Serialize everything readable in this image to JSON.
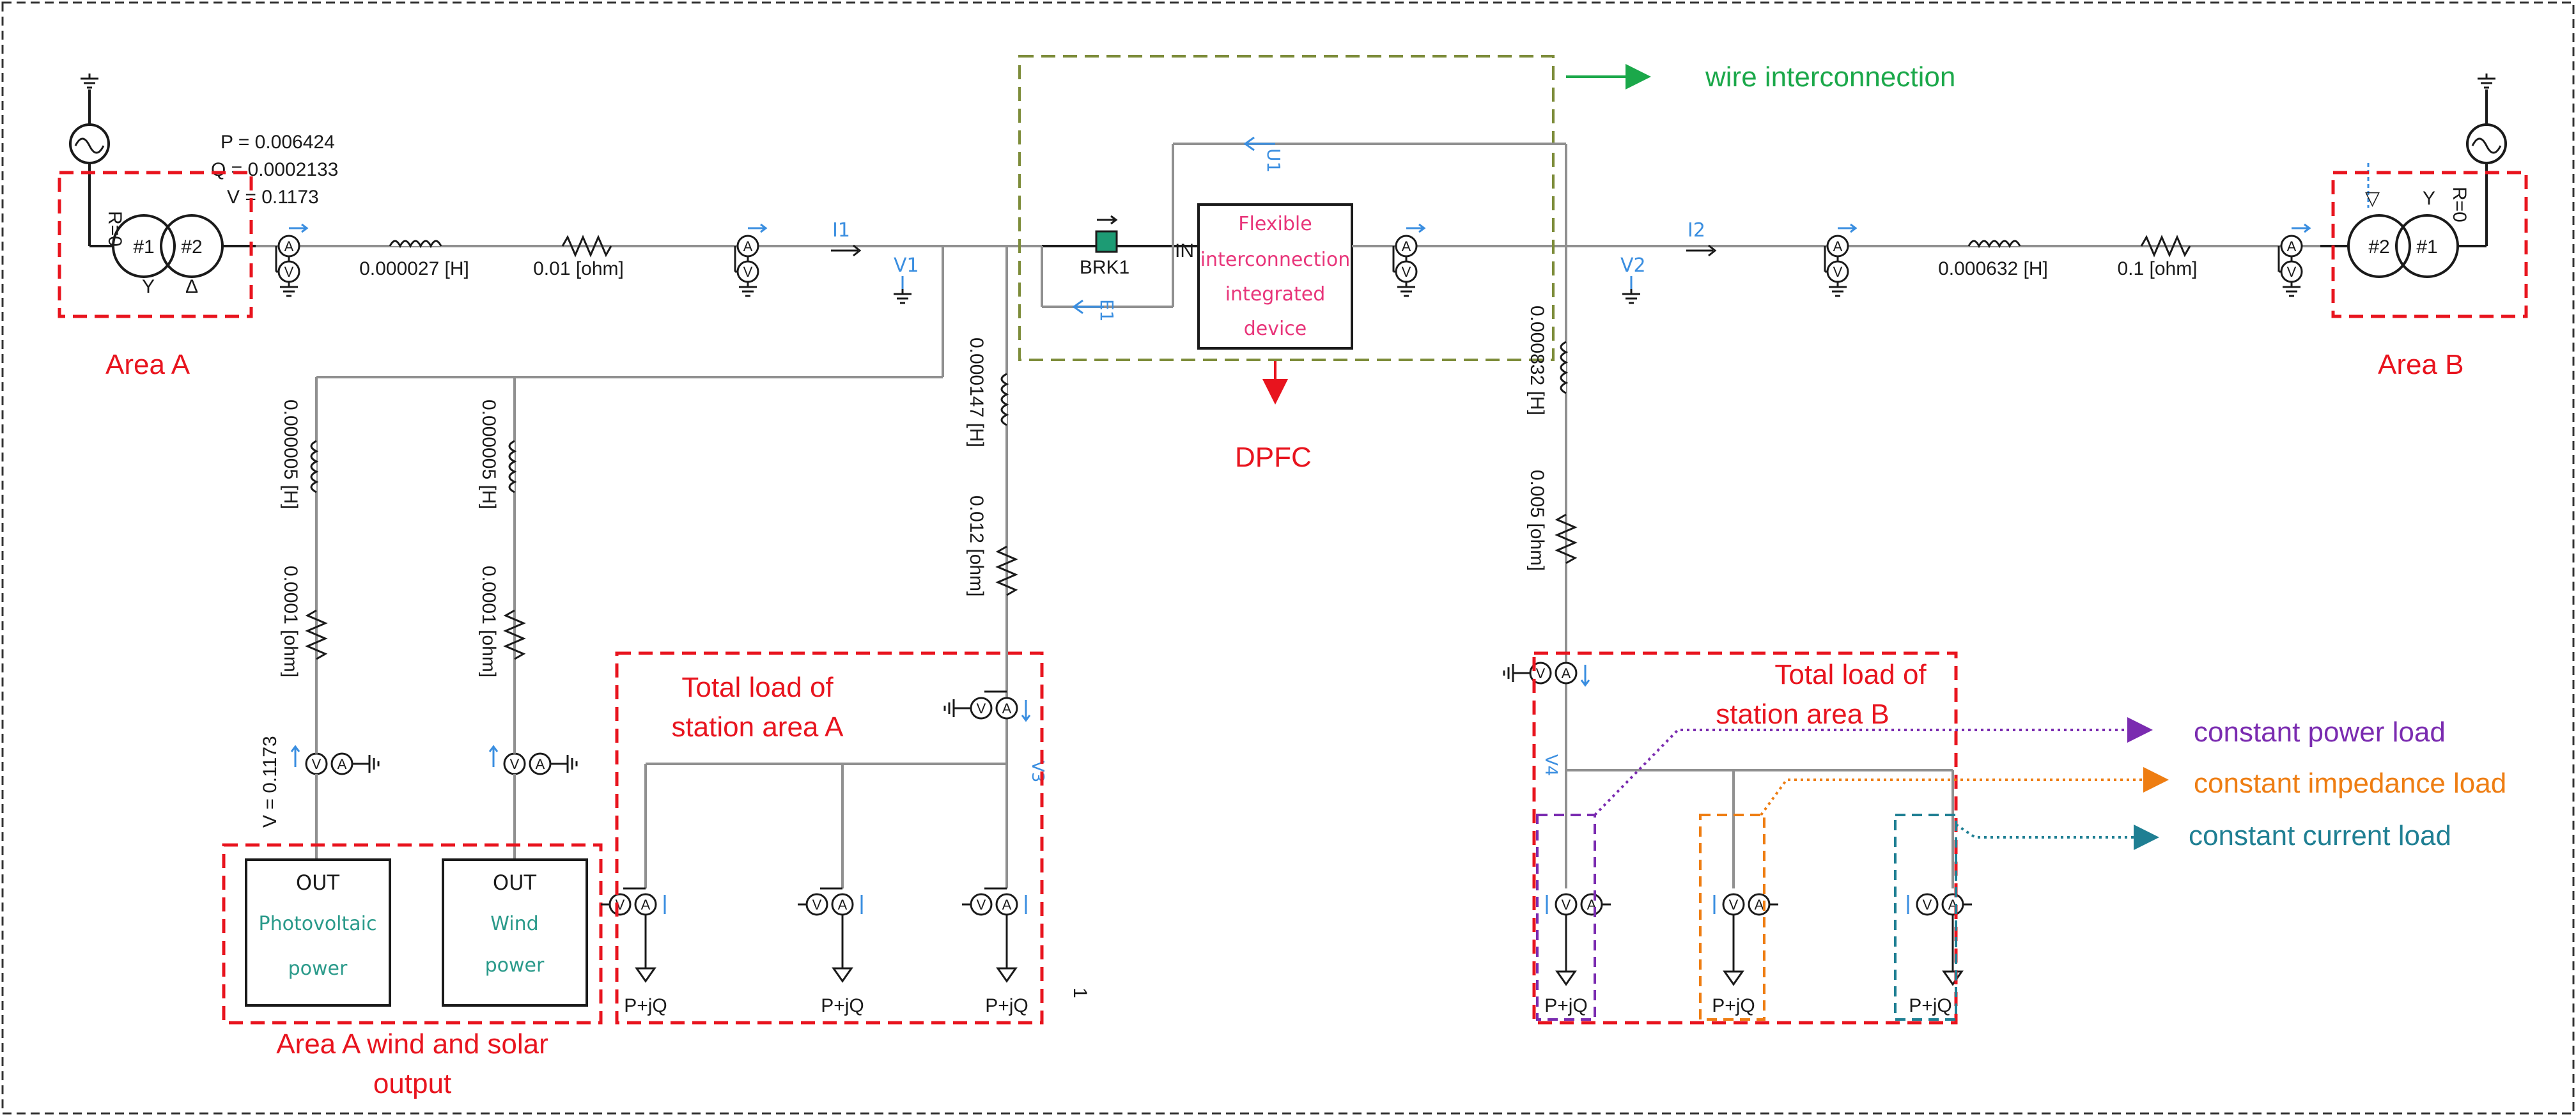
{
  "colors": {
    "area_box": "#e8141e",
    "wire_box": "#7d8c3a",
    "wire_interconnection": "#1ba84a",
    "constant_power": "#7a2bb0",
    "constant_impedance": "#ee7d12",
    "constant_current": "#1f7f93",
    "device_text": "#e8357a",
    "source_text": "#2a9a8a",
    "meter_blue": "#3a8ee0"
  },
  "areas": {
    "area_a": "Area A",
    "area_b": "Area B",
    "area_a_sources_line1": "Area A wind and solar",
    "area_a_sources_line2": "output",
    "load_a_line1": "Total load of",
    "load_a_line2": "station area A",
    "load_b_line1": "Total load of",
    "load_b_line2": "station area B"
  },
  "source_a": {
    "p": "P = 0.006424",
    "q": "Q = 0.0002133",
    "v": "V = 0.1173",
    "r": "R=0",
    "wind1": "#1",
    "wind2": "#2"
  },
  "source_b": {
    "r": "R=0",
    "wind1": "#1",
    "wind2": "#2"
  },
  "line_a": {
    "l": "0.000027 [H]",
    "r": "0.01 [ohm]"
  },
  "line_b": {
    "l": "0.000632 [H]",
    "r": "0.1 [ohm]"
  },
  "signals": {
    "i1": "I1",
    "i2": "I2",
    "v1": "V1",
    "v2": "V2",
    "v3": "V3",
    "v4": "V4",
    "u1": "U1",
    "e1": "E1"
  },
  "breaker": {
    "label": "BRK1",
    "in_label": "IN"
  },
  "device": {
    "line1": "Flexible",
    "line2": "interconnection",
    "line3": "integrated",
    "line4": "device",
    "tag": "DPFC"
  },
  "branches": {
    "pv_l": "0.000005 [H]",
    "pv_r": "0.0001 [ohm]",
    "pv_v": "V = 0.1173",
    "wind_l": "0.000005 [H]",
    "wind_r": "0.0001 [ohm]",
    "load_a_l": "0.000147 [H]",
    "load_a_r": "0.012 [ohm]",
    "load_b_l": "0.000832 [H]",
    "load_b_r": "0.005 [ohm]"
  },
  "sources": {
    "pv_out": "OUT",
    "pv_line1": "Photovoltaic",
    "pv_line2": "power",
    "wind_out": "OUT",
    "wind_line1": "Wind",
    "wind_line2": "power"
  },
  "loads": {
    "pq": "P+jQ",
    "stray": "1"
  },
  "annotations": {
    "wire_interconnection": "wire interconnection",
    "constant_power": "constant power load",
    "constant_impedance": "constant impedance load",
    "constant_current": "constant current load"
  },
  "icons": [
    "ground-icon",
    "ac-source-icon",
    "transformer-icon",
    "ammeter-icon",
    "voltmeter-icon",
    "inductor-icon",
    "resistor-icon",
    "breaker-icon",
    "load-icon",
    "arrow-icon"
  ]
}
